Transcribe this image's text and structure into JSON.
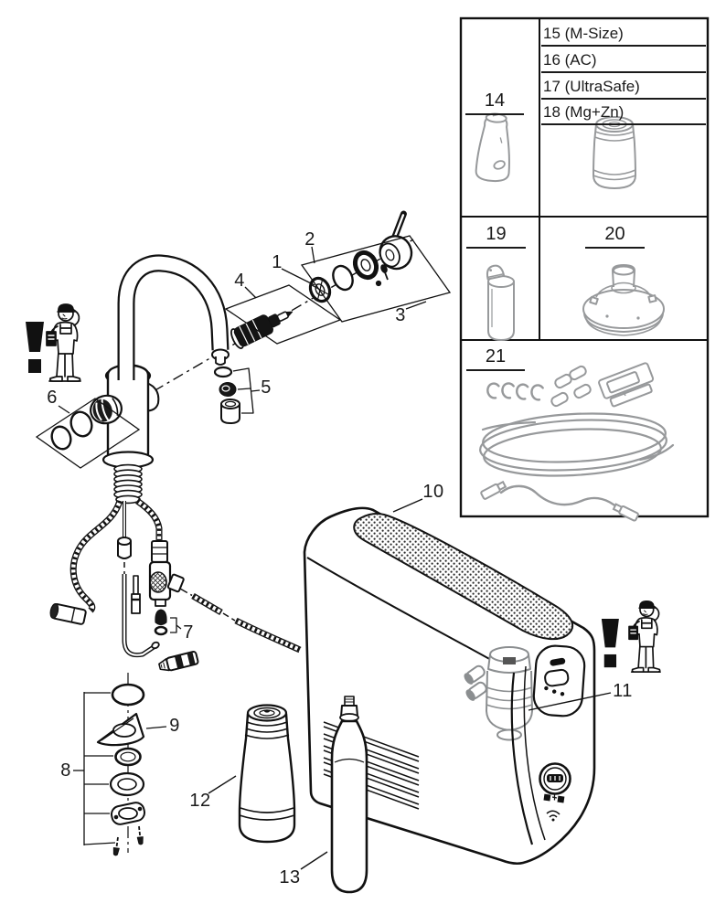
{
  "colors": {
    "ink": "#1a1a1a",
    "gray_part": "#97999b",
    "background": "#ffffff"
  },
  "callouts": {
    "c1": "1",
    "c2": "2",
    "c3": "3",
    "c4": "4",
    "c5": "5",
    "c6": "6",
    "c7": "7",
    "c8": "8",
    "c9": "9",
    "c10": "10",
    "c11": "11",
    "c12": "12",
    "c13": "13"
  },
  "parts_box": {
    "cell14_label": "14",
    "filter_variants": [
      "15 (M-Size)",
      "16 (AC)",
      "17 (UltraSafe)",
      "18 (Mg+Zn)"
    ],
    "cell19_label": "19",
    "cell20_label": "20",
    "cell21_label": "21"
  },
  "icons": {
    "warning_left": "exclamation-installer-icon",
    "warning_right": "exclamation-installer-icon",
    "exclamation_glyph": "!"
  }
}
